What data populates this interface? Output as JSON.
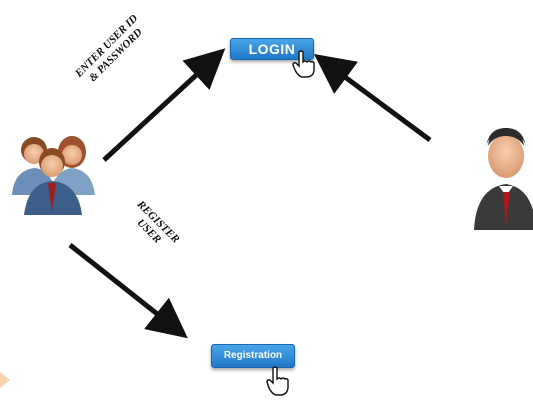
{
  "labels": {
    "enter_credentials": "ENTER USER ID",
    "enter_credentials_line2": "& PASSWORD",
    "register_line1": "REGISTER",
    "register_line2": "USER"
  },
  "buttons": {
    "login": "LOGIN",
    "registration": "Registration"
  },
  "colors": {
    "button_blue": "#2a86d6",
    "arrow": "#111111",
    "suit": "#333333",
    "tie": "#b0161b"
  },
  "icons": [
    "user-group-icon",
    "single-user-icon",
    "hand-cursor-icon"
  ]
}
